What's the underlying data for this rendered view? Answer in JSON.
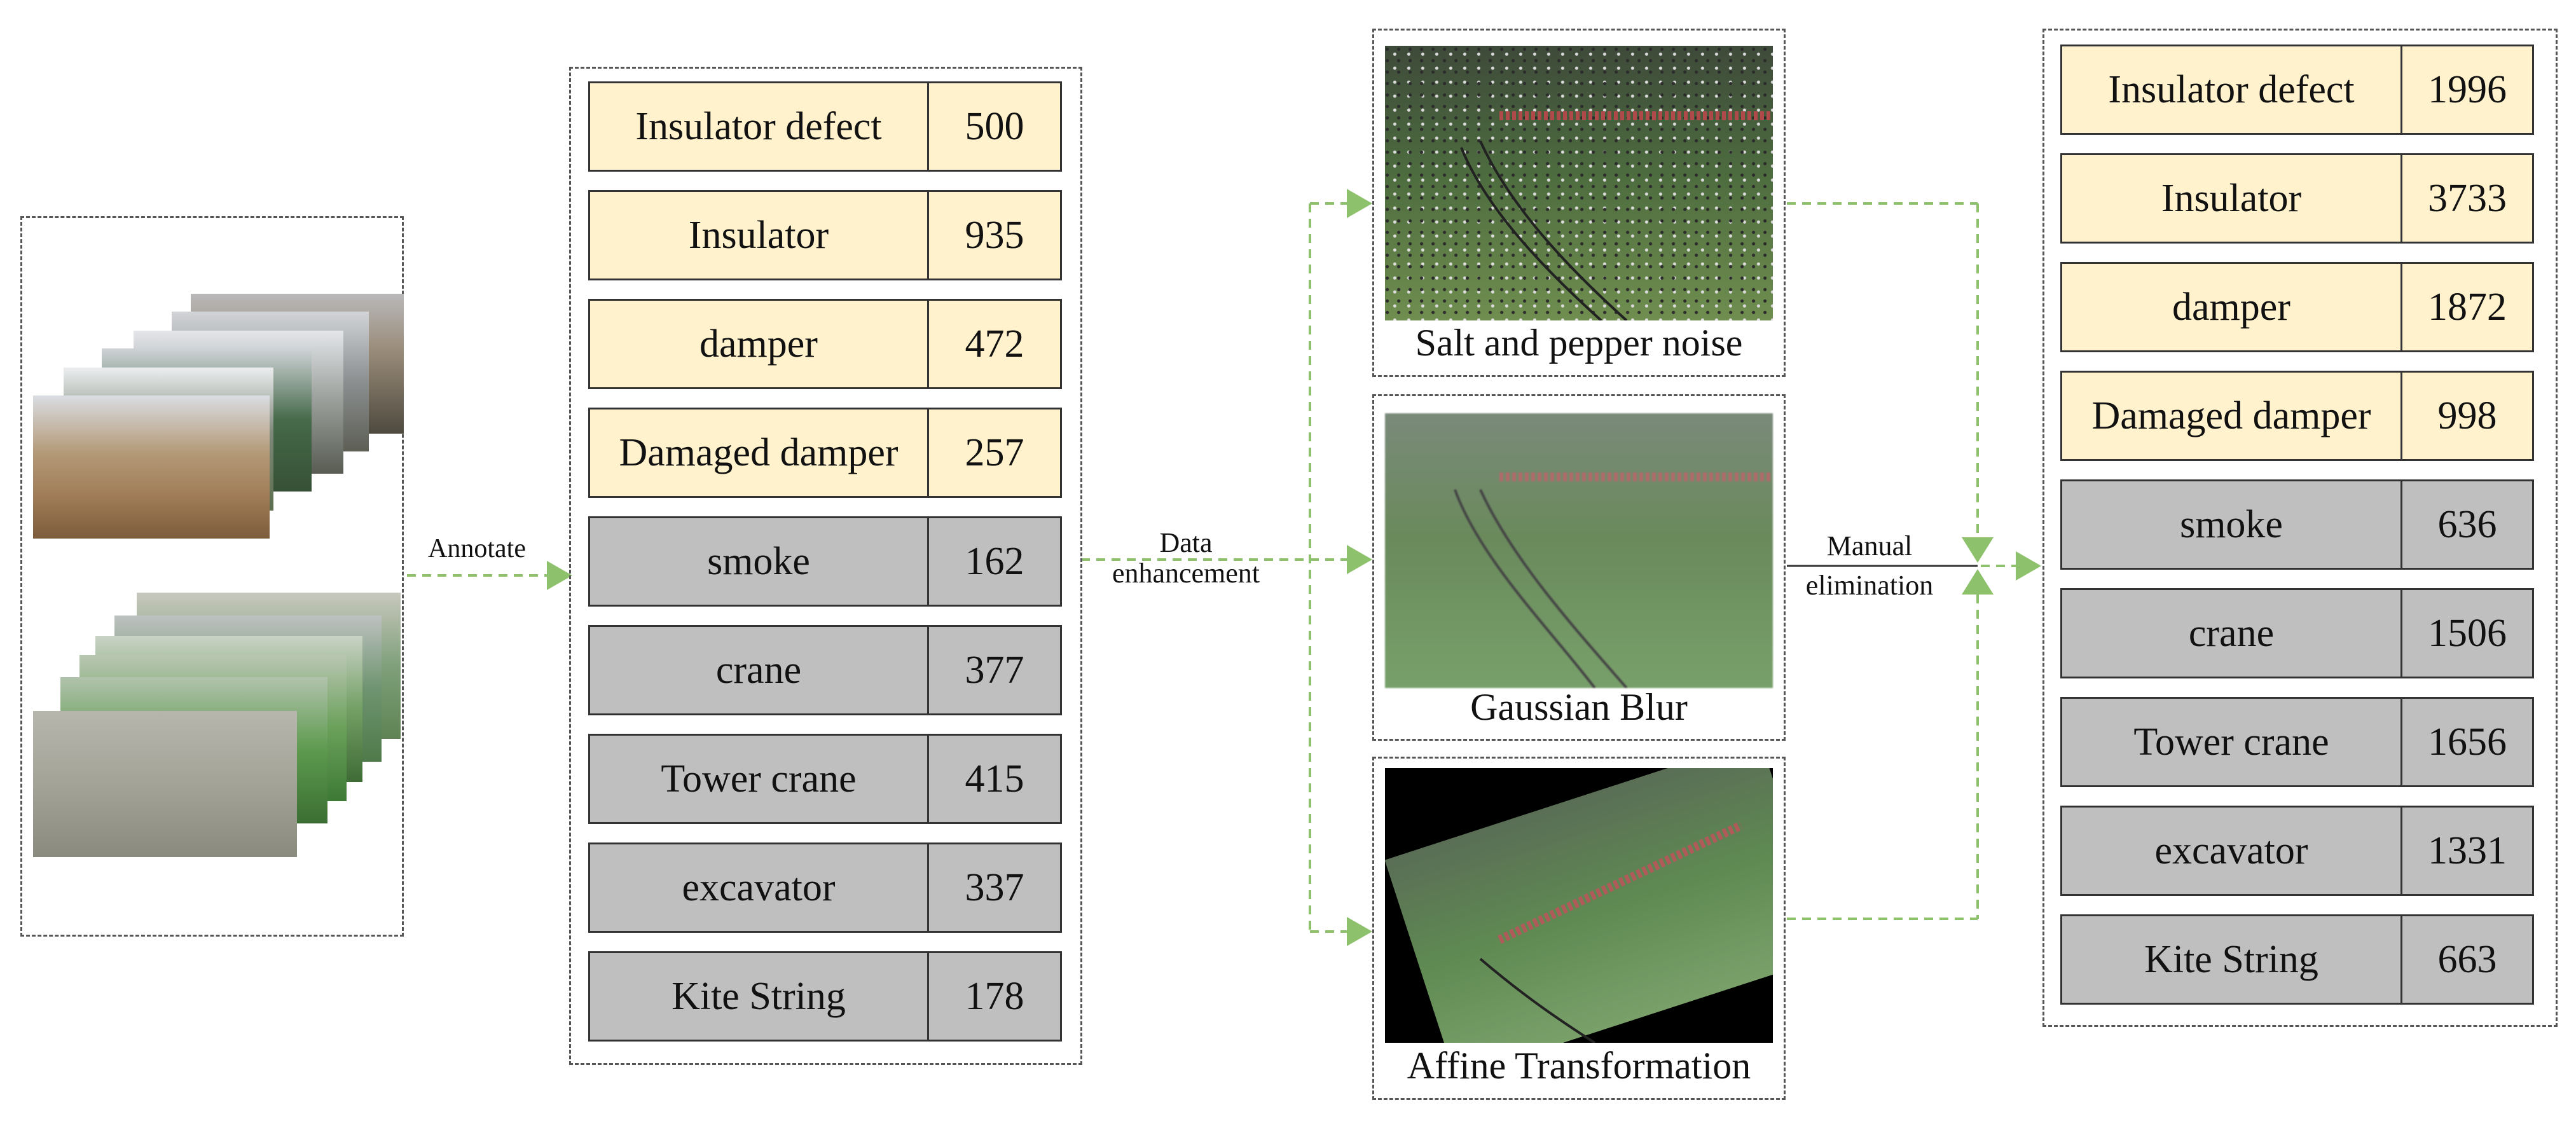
{
  "source_panel": {
    "stack_icon": "image-stack-icon"
  },
  "arrows": {
    "annotate": "Annotate",
    "data_enhancement_line1": "Data",
    "data_enhancement_line2": "enhancement",
    "manual_elimination_line1": "Manual",
    "manual_elimination_line2": "elimination"
  },
  "original_counts": [
    {
      "label": "Insulator defect",
      "value": "500",
      "group": "power-equipment"
    },
    {
      "label": "Insulator",
      "value": "935",
      "group": "power-equipment"
    },
    {
      "label": "damper",
      "value": "472",
      "group": "power-equipment"
    },
    {
      "label": "Damaged damper",
      "value": "257",
      "group": "power-equipment"
    },
    {
      "label": "smoke",
      "value": "162",
      "group": "hazard"
    },
    {
      "label": "crane",
      "value": "377",
      "group": "hazard"
    },
    {
      "label": "Tower crane",
      "value": "415",
      "group": "hazard"
    },
    {
      "label": "excavator",
      "value": "337",
      "group": "hazard"
    },
    {
      "label": "Kite String",
      "value": "178",
      "group": "hazard"
    }
  ],
  "augmentations": [
    {
      "caption": "Salt and pepper noise"
    },
    {
      "caption": "Gaussian Blur"
    },
    {
      "caption": "Affine Transformation"
    }
  ],
  "augmented_counts": [
    {
      "label": "Insulator defect",
      "value": "1996",
      "group": "power-equipment"
    },
    {
      "label": "Insulator",
      "value": "3733",
      "group": "power-equipment"
    },
    {
      "label": "damper",
      "value": "1872",
      "group": "power-equipment"
    },
    {
      "label": "Damaged damper",
      "value": "998",
      "group": "power-equipment"
    },
    {
      "label": "smoke",
      "value": "636",
      "group": "hazard"
    },
    {
      "label": "crane",
      "value": "1506",
      "group": "hazard"
    },
    {
      "label": "Tower crane",
      "value": "1656",
      "group": "hazard"
    },
    {
      "label": "excavator",
      "value": "1331",
      "group": "hazard"
    },
    {
      "label": "Kite String",
      "value": "663",
      "group": "hazard"
    }
  ],
  "colors": {
    "power_equipment_fill": "#fff2cc",
    "hazard_fill": "#bfbfbf",
    "arrow_green": "#8dc16b",
    "border": "#333333"
  }
}
